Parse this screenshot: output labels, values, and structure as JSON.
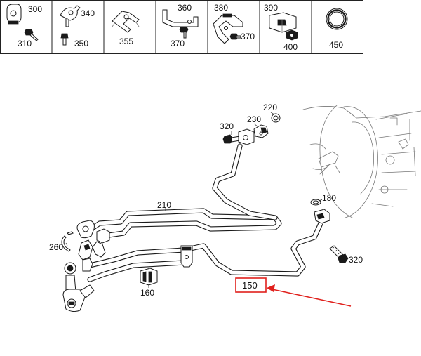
{
  "header_cells": [
    {
      "id": "c1",
      "labels": [
        "300",
        "310"
      ]
    },
    {
      "id": "c2",
      "labels": [
        "340",
        "350"
      ]
    },
    {
      "id": "c3",
      "labels": [
        "355"
      ]
    },
    {
      "id": "c4",
      "labels": [
        "360",
        "370"
      ]
    },
    {
      "id": "c5",
      "labels": [
        "380",
        "370"
      ]
    },
    {
      "id": "c6",
      "labels": [
        "390",
        "400"
      ]
    },
    {
      "id": "c7",
      "labels": [
        "450"
      ]
    }
  ],
  "diagram": {
    "labels": {
      "p220": "220",
      "p230": "230",
      "p320a": "320",
      "p180": "180",
      "p210": "210",
      "p260": "260",
      "p320b": "320",
      "p160": "160",
      "p150": "150"
    },
    "highlight": {
      "part": "150",
      "color": "#e0201c"
    },
    "line_color": "#1a1a1a"
  }
}
